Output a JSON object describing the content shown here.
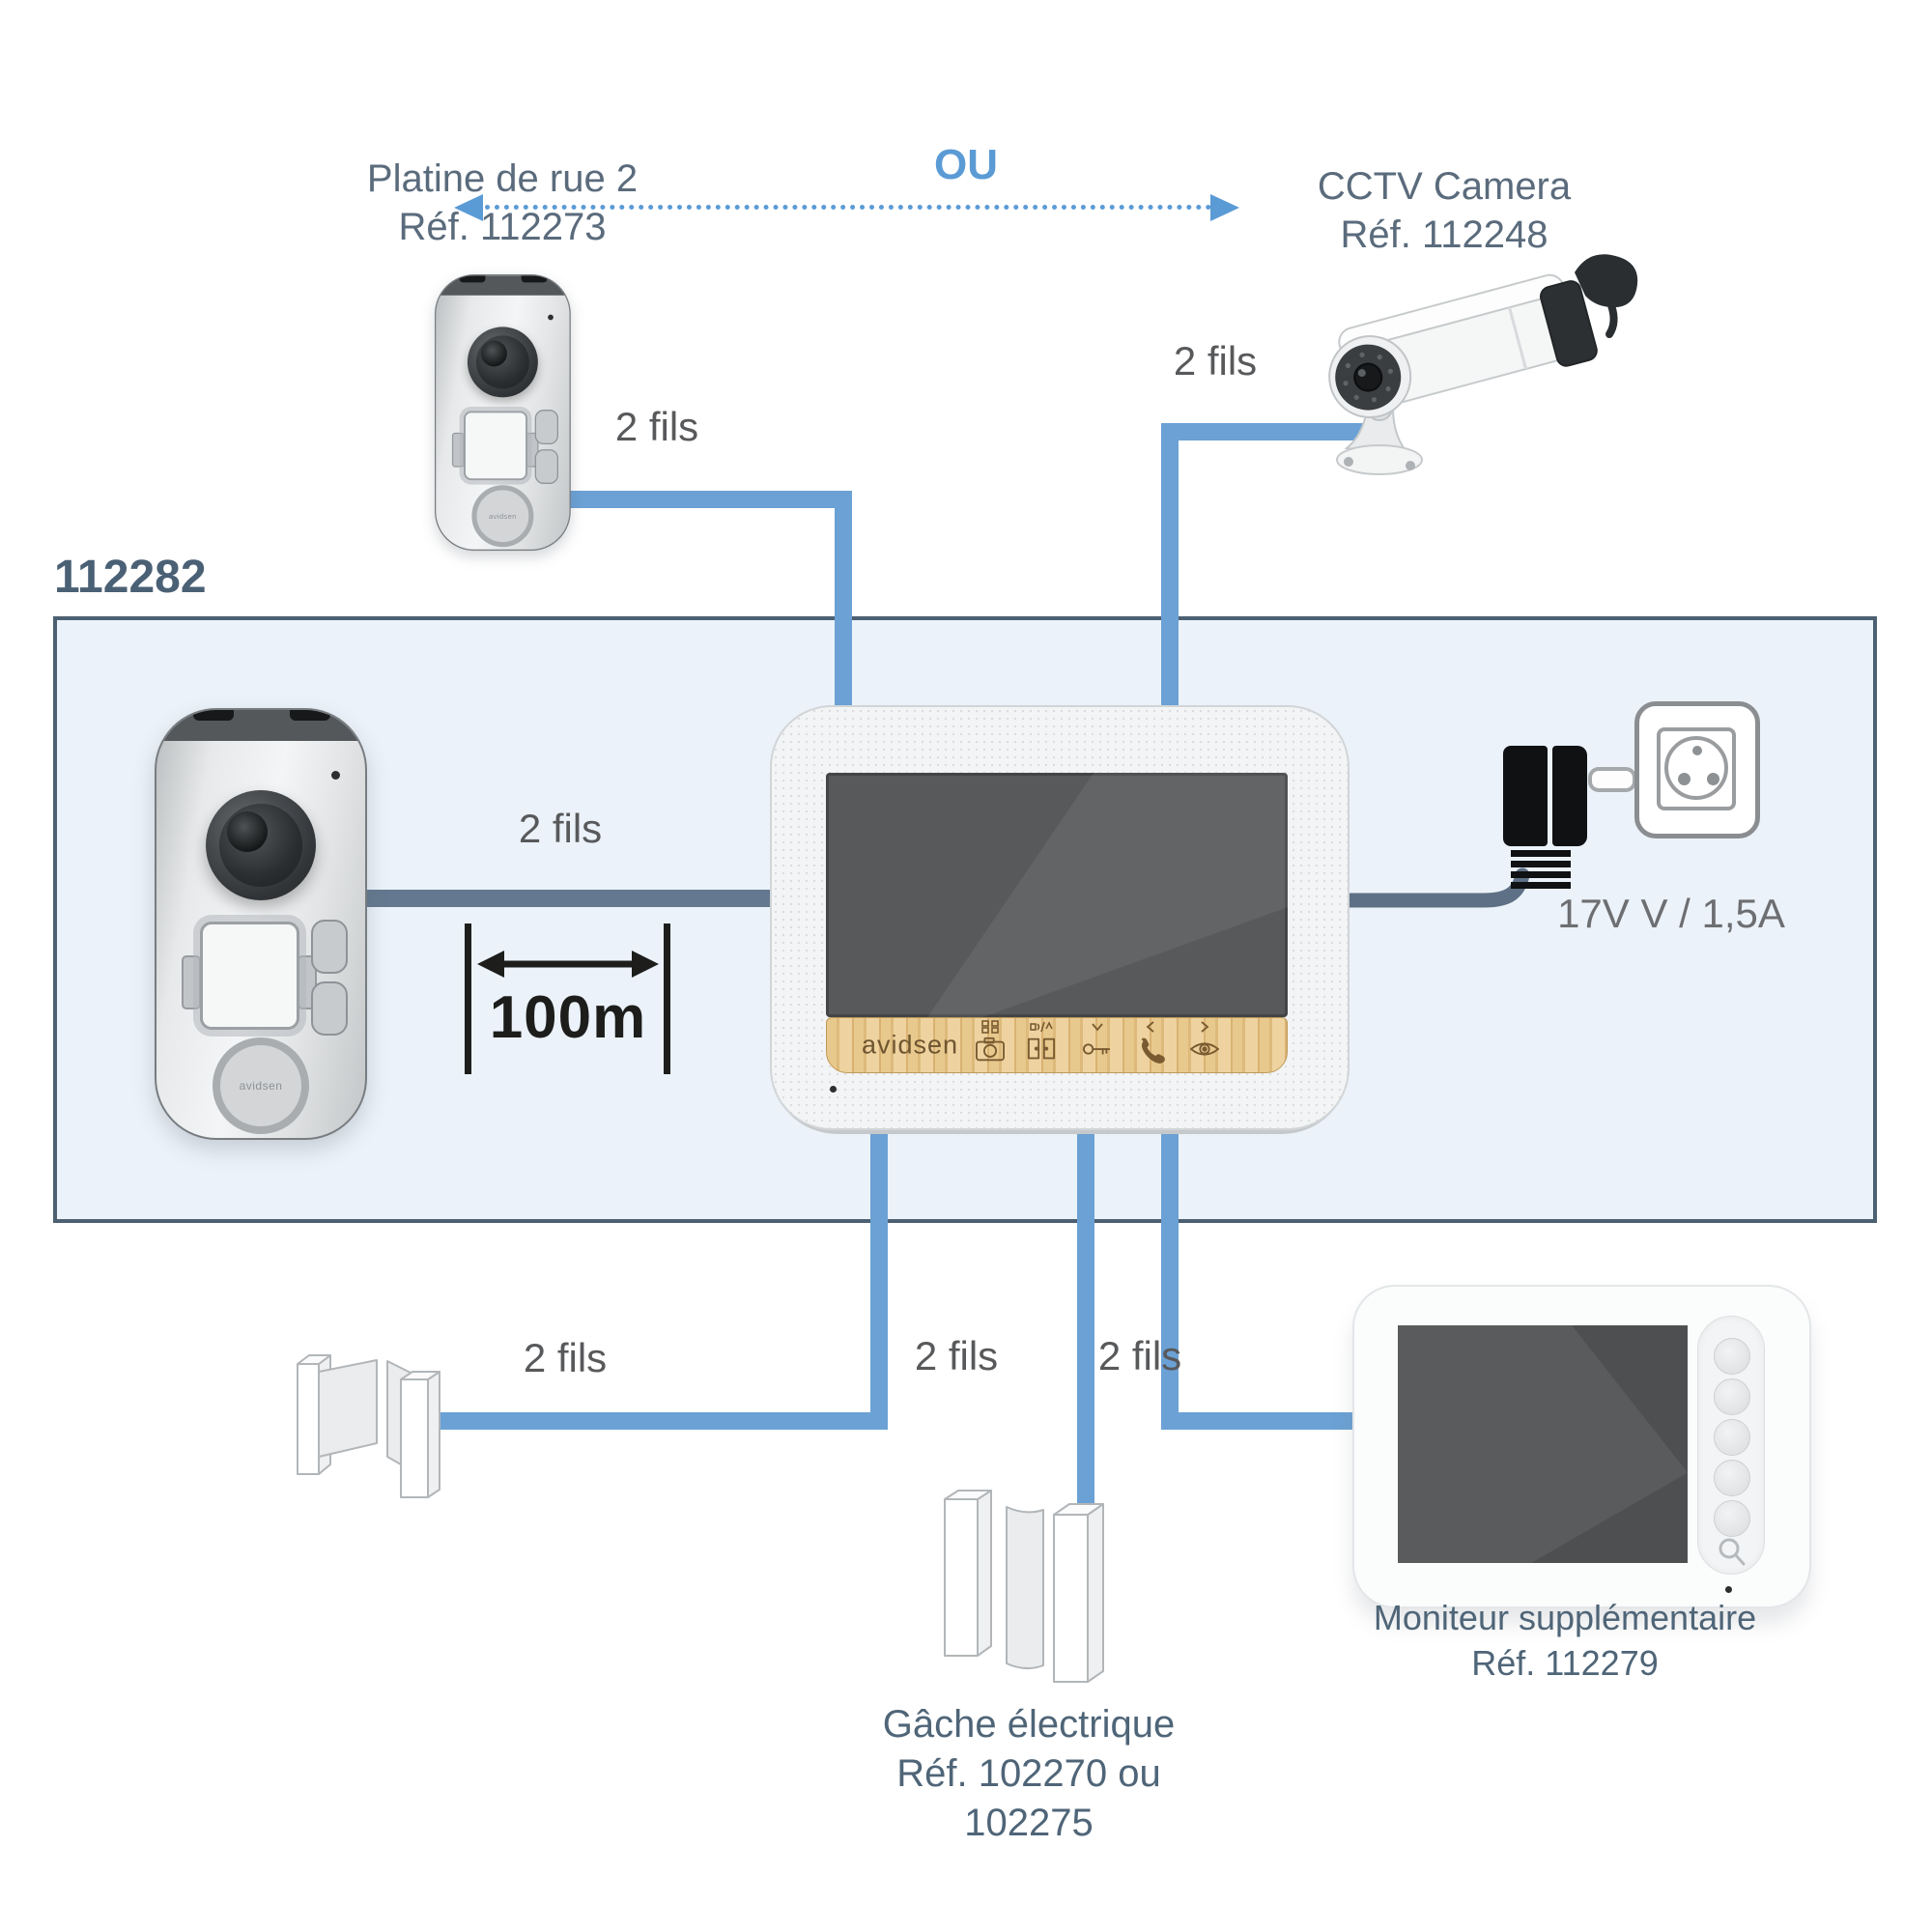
{
  "palette": {
    "wire_blue": "#6BA1D5",
    "wire_slate": "#64798F",
    "box_fill": "#EBF2F9",
    "box_border": "#4C6072",
    "accent_blue": "#5B9BD5",
    "text_gray": "#58595B",
    "device_label_color": "#5A6B7C",
    "bamboo_tan": "#E3C185",
    "icon_brown": "#7A5B31"
  },
  "labels": {
    "two_wires": "2 fils"
  },
  "street_plate": {
    "name": "Platine de rue 2",
    "ref": "Réf. 112273"
  },
  "or_divider": "OU",
  "cctv_camera": {
    "name": "CCTV Camera",
    "ref": "Réf. 112248"
  },
  "kit": {
    "ref": "112282"
  },
  "distance": {
    "max": "100m"
  },
  "power_supply": {
    "rating": "17V V / 1,5A"
  },
  "main_monitor": {
    "brand": "avidsen"
  },
  "door_station": {
    "brand": "avidsen"
  },
  "door_strike": {
    "name": "Gâche électrique",
    "ref": "Réf. 102270 ou 102275"
  },
  "extra_monitor": {
    "name": "Moniteur supplémentaire",
    "ref": "Réf. 112279"
  }
}
